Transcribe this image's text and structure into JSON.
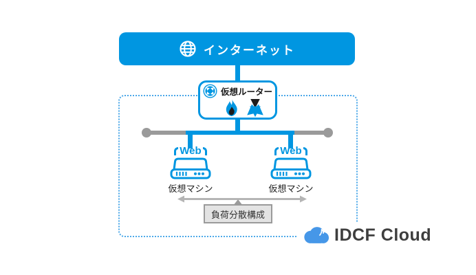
{
  "diagram": {
    "internet": {
      "label": "インターネット"
    },
    "router": {
      "label": "仮想ルーター"
    },
    "servers": [
      {
        "badge": "Web",
        "label": "仮想マシン"
      },
      {
        "badge": "Web",
        "label": "仮想マシン"
      }
    ],
    "load_balance": {
      "label": "負荷分散構成"
    },
    "logo": {
      "label": "IDCF Cloud"
    },
    "colors": {
      "primary_blue": "#0096e1",
      "zone_border_blue": "#4aa7e8",
      "segment_gray": "#9a9a9a",
      "arrow_gray": "#b5b5b5",
      "label_box_bg": "#e3e3e3",
      "label_box_border": "#9a9a9a",
      "logo_cloud_blue": "#4697e8",
      "logo_text_color": "#3e3e3e"
    }
  }
}
